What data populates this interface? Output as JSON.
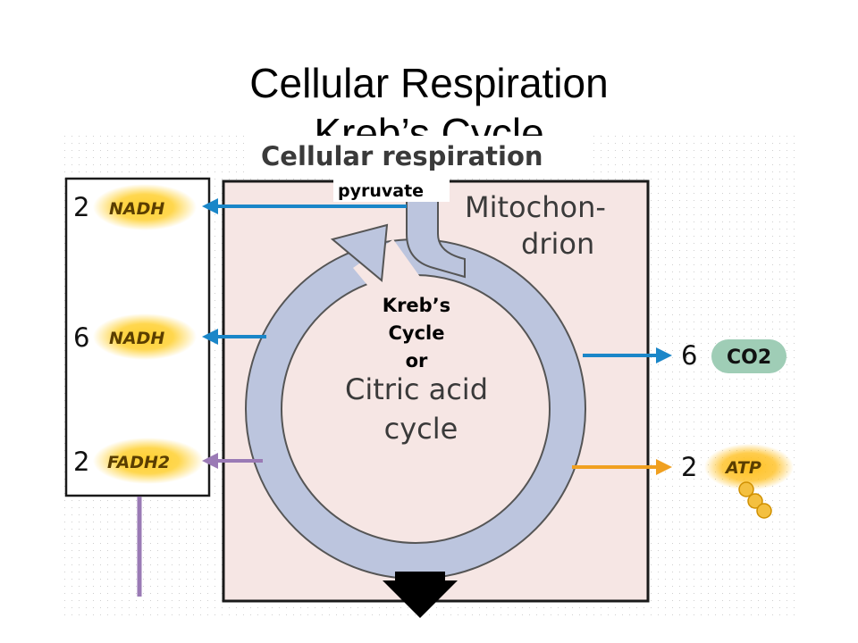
{
  "slide": {
    "title": "Cellular Respiration",
    "subtitle": "Kreb’s Cycle"
  },
  "figure": {
    "title": "Cellular respiration",
    "compartment_line1": "Mitochon-",
    "compartment_line2": "drion",
    "input_label": "pyruvate",
    "cycle_name_line1": "Kreb’s",
    "cycle_name_line2": "Cycle",
    "cycle_name_line3": "or",
    "cycle_alt_line1": "Citric acid",
    "cycle_alt_line2": "cycle"
  },
  "outputs_left": [
    {
      "qty": "2",
      "label": "NADH",
      "arrow_color": "#1a86c8"
    },
    {
      "qty": "6",
      "label": "NADH",
      "arrow_color": "#1a86c8"
    },
    {
      "qty": "2",
      "label": "FADH2",
      "arrow_color": "#9a7ab5"
    }
  ],
  "outputs_right": [
    {
      "qty": "6",
      "label": "CO2",
      "arrow_color": "#1a86c8"
    },
    {
      "qty": "2",
      "label": "ATP",
      "arrow_color": "#f0a020"
    }
  ],
  "colors": {
    "mitochondrion_fill": "#f6e6e4",
    "cycle_arrow": "#bcc5de",
    "carrier_glow": "#ffd030",
    "co2_blob": "#9fcdb6",
    "output_arrow_down": "#000000"
  }
}
